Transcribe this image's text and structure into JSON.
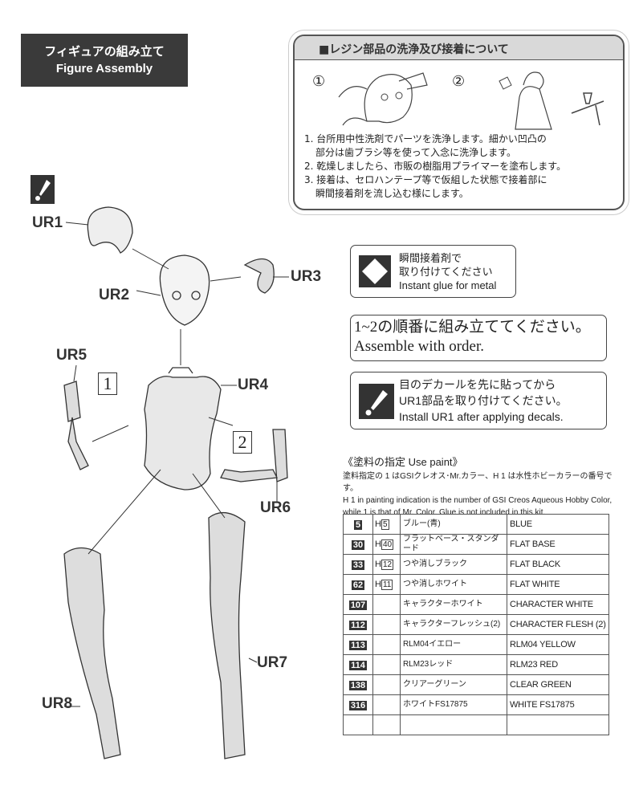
{
  "header": {
    "title_ja": "フィギュアの組み立て",
    "title_en": "Figure Assembly"
  },
  "resin_box": {
    "heading": "■レジン部品の洗浄及び接着について",
    "circle1": "①",
    "circle2": "②",
    "steps": [
      {
        "line1": "1. 台所用中性洗剤でパーツを洗浄します。細かい凹凸の",
        "line2": "部分は歯ブラシ等を使って入念に洗浄します。"
      },
      {
        "line1": "2. 乾燥しましたら、市販の樹脂用プライマーを塗布します。",
        "line2": ""
      },
      {
        "line1": "3. 接着は、セロハンテープ等で仮組した状態で接着部に",
        "line2": "瞬間接着剤を流し込む様にします。"
      }
    ]
  },
  "glue_note": {
    "ja1": "瞬間接着剤で",
    "ja2": "取り付けてください",
    "en": "Instant glue for metal"
  },
  "order_note": {
    "ja": "1~2の順番に組み立ててください。",
    "en": "Assemble with order."
  },
  "decal_note": {
    "ja1": "目のデカールを先に貼ってから",
    "ja2": "UR1部品を取り付けてください。",
    "en": "Install UR1 after applying decals."
  },
  "parts": {
    "ur1": "UR1",
    "ur2": "UR2",
    "ur3": "UR3",
    "ur4": "UR4",
    "ur5": "UR5",
    "ur6": "UR6",
    "ur7": "UR7",
    "ur8": "UR8",
    "step1": "1",
    "step2": "2"
  },
  "paint": {
    "heading": "《塗料の指定 Use paint》",
    "note_ja": "塗料指定の 1 はGSIクレオス･Mr.カラー、H 1 は水性ホビーカラーの番号です。",
    "note_en": "H 1 in painting indication is the number of GSI Creos Aqueous Hobby Color, while 1 is that of Mr. Color. Glue is not included in this kit.",
    "rows": [
      {
        "mr": "5",
        "h": "5",
        "ja": "ブルー(青)",
        "en": "BLUE"
      },
      {
        "mr": "30",
        "h": "40",
        "ja": "フラットベース・スタンダード",
        "en": "FLAT BASE"
      },
      {
        "mr": "33",
        "h": "12",
        "ja": "つや消しブラック",
        "en": "FLAT BLACK"
      },
      {
        "mr": "62",
        "h": "11",
        "ja": "つや消しホワイト",
        "en": "FLAT WHITE"
      },
      {
        "mr": "107",
        "h": "",
        "ja": "キャラクターホワイト",
        "en": "CHARACTER WHITE"
      },
      {
        "mr": "112",
        "h": "",
        "ja": "キャラクターフレッシュ(2)",
        "en": "CHARACTER FLESH (2)"
      },
      {
        "mr": "113",
        "h": "",
        "ja": "RLM04イエロー",
        "en": "RLM04 YELLOW"
      },
      {
        "mr": "114",
        "h": "",
        "ja": "RLM23レッド",
        "en": "RLM23 RED"
      },
      {
        "mr": "138",
        "h": "",
        "ja": "クリアーグリーン",
        "en": "CLEAR GREEN"
      },
      {
        "mr": "316",
        "h": "",
        "ja": "ホワイトFS17875",
        "en": "WHITE FS17875"
      }
    ]
  }
}
